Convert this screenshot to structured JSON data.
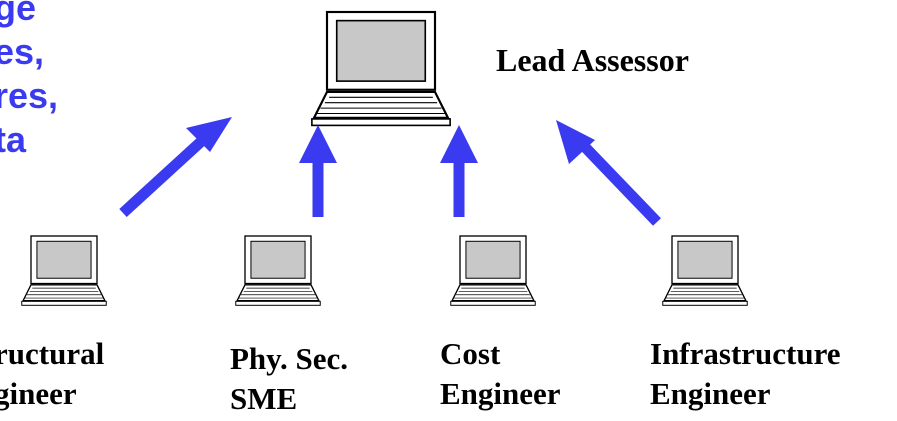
{
  "text_block": {
    "lines": [
      "ge",
      "es,",
      "res,",
      "ta"
    ],
    "color": "#3a3af0"
  },
  "lead": {
    "label": "Lead Assessor"
  },
  "nodes": [
    {
      "line1": "ructural",
      "line2": "gineer"
    },
    {
      "line1": "Phy. Sec.",
      "line2": "SME"
    },
    {
      "line1": "Cost",
      "line2": "Engineer"
    },
    {
      "line1": "Infrastructure",
      "line2": "Engineer"
    }
  ],
  "colors": {
    "arrow": "#3a3af0",
    "screen": "#c8c8c8",
    "outline": "#000000"
  },
  "icons": [
    "laptop-icon",
    "arrow-icon"
  ]
}
